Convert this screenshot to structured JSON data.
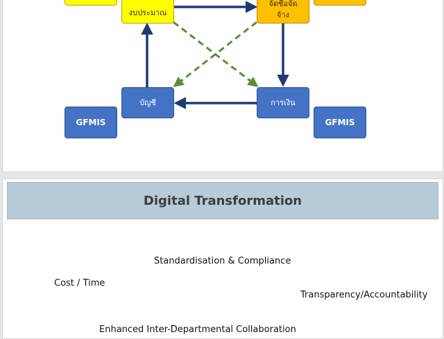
{
  "diagram": {
    "nodes": {
      "budget": "งบประมาณ",
      "procurement_line1": "จัดซื้อจัด",
      "procurement_line2": "จ้าง",
      "finance": "การเงิน",
      "accounting": "บัญชี",
      "gfmis_left": "GFMIS",
      "gfmis_right": "GFMIS"
    },
    "colors": {
      "yellow": "#ffff00",
      "orange": "#ffc000",
      "blue": "#4472c4",
      "solid_arrow": "#1f3a73",
      "dashed_arrow": "#5b8c3a"
    }
  },
  "section": {
    "title": "Digital Transformation",
    "points": [
      "Standardisation & Compliance",
      "Cost / Time",
      "Transparency/Accountability",
      "Enhanced Inter-Departmental Collaboration"
    ]
  }
}
